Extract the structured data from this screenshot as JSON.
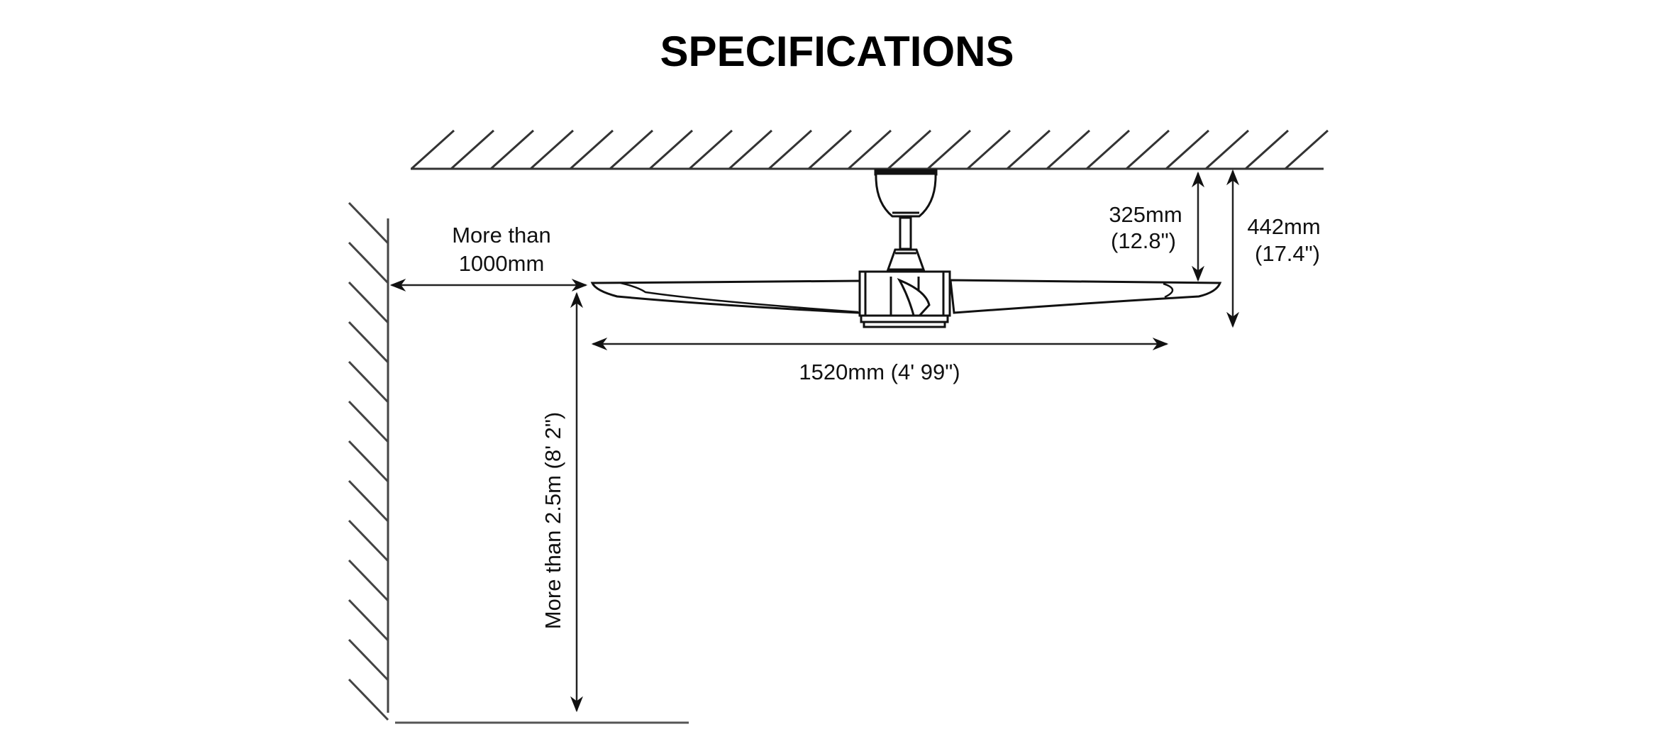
{
  "title": "SPECIFICATIONS",
  "dimensions": {
    "wall_clearance": {
      "line1": "More than",
      "line2": "1000mm"
    },
    "floor_clearance": "More than 2.5m (8' 2\")",
    "blade_span": "1520mm (4' 99\")",
    "downrod_height": {
      "line1": "325mm",
      "line2": "(12.8\")"
    },
    "total_height": {
      "line1": "442mm",
      "line2": "(17.4\")"
    }
  }
}
